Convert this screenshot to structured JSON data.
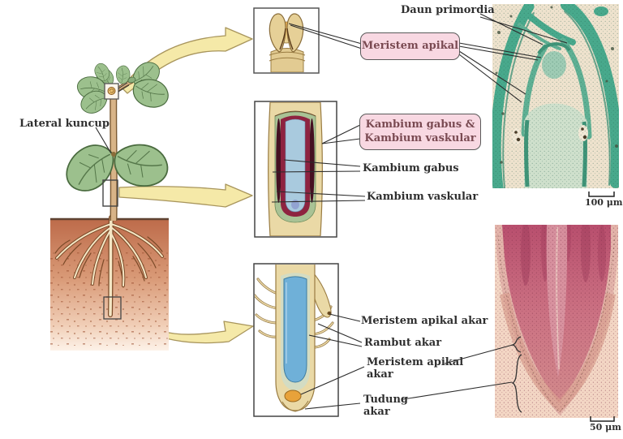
{
  "figure": {
    "type": "plant-meristem-diagram",
    "language": "Indonesian"
  },
  "labels": {
    "lateral_kuncup": "Lateral kuncup",
    "daun_primordia": "Daun primordia",
    "meristem_apikal": "Meristem apikal",
    "kambium_combo_l1": "Kambium gabus &",
    "kambium_combo_l2": "Kambium vaskular",
    "kambium_gabus": "Kambium gabus",
    "kambium_vaskular": "Kambium vaskular",
    "meristem_apikal_akar": "Meristem apikal akar",
    "rambut_akar": "Rambut akar",
    "meristem_apikal_akar2_l1": "Meristem apikal",
    "meristem_apikal_akar2_l2": "akar",
    "tudung_akar_l1": "Tudung",
    "tudung_akar_l2": "akar"
  },
  "micrographs": {
    "shoot": {
      "stain": "green",
      "scale": "100 μm"
    },
    "root": {
      "stain": "pink",
      "scale": "50 μm"
    }
  },
  "colors": {
    "label_box_fill": "#f8d8e2",
    "label_box_text": "#7a4a52",
    "arrow_fill": "#f5e9a8",
    "leaf_green": "#9cc08d",
    "stem_tan": "#d8b488",
    "cork_green": "#a9c295",
    "phloem_red": "#8e2340",
    "xylem_blue": "#a9cade",
    "meristem_orange": "#e8a23a",
    "soil_brown": "#bd6b4a",
    "micrograph_green": "#48a98c",
    "micrograph_pink": "#c25e79"
  }
}
